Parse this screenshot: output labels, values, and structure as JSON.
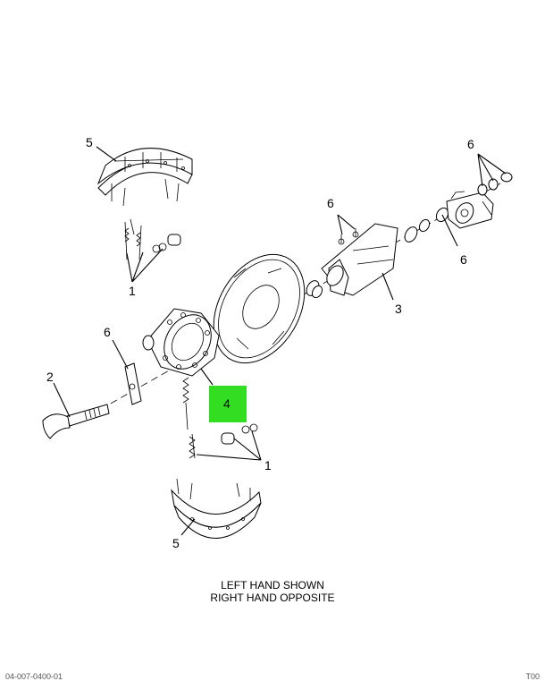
{
  "callouts": {
    "c1_top": "1",
    "c1_bottom": "1",
    "c2": "2",
    "c3": "3",
    "c4": "4",
    "c5_top": "5",
    "c5_bottom": "5",
    "c6_left": "6",
    "c6_center": "6",
    "c6_right_top": "6",
    "c6_right_bottom": "6"
  },
  "caption": {
    "line1": "LEFT HAND SHOWN",
    "line2": "RIGHT HAND OPPOSITE"
  },
  "footer": {
    "left": "04-007-0400-01",
    "right": "T00"
  },
  "colors": {
    "highlight": "#33dd22",
    "line": "#000000"
  }
}
